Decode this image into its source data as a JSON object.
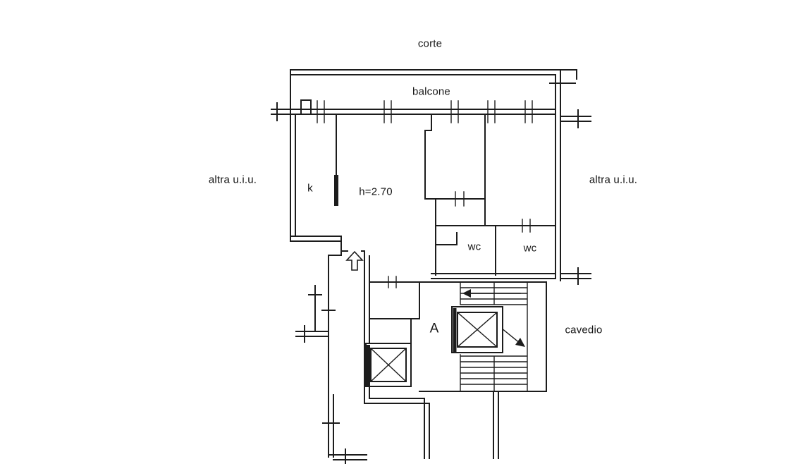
{
  "page": {
    "background_color": "#ffffff",
    "ink_color": "#1c1c1c"
  },
  "plan": {
    "labels": {
      "corte": "corte",
      "balcone": "balcone",
      "altra_uiu_left": "altra u.i.u.",
      "altra_uiu_right": "altra u.i.u.",
      "kitchen": "k",
      "ceiling_height": "h=2.70",
      "wc_left": "wc",
      "wc_right": "wc",
      "unit_letter": "A",
      "cavedio": "cavedio"
    }
  }
}
